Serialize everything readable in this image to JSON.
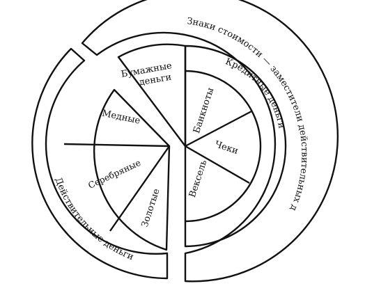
{
  "diagram": {
    "outer_left_label": "Действительные деньги",
    "outer_right_label": "Знаки стоимости — заместители действительных денег",
    "inner_left": {
      "sectors": [
        "Медные",
        "Серебряные",
        "Золотые"
      ]
    },
    "inner_right": {
      "top_label": "Бумажные деньги",
      "ring_label": "Кредитные деньги",
      "sectors": [
        "Банкноты",
        "Чеки",
        "Вексель"
      ]
    }
  }
}
